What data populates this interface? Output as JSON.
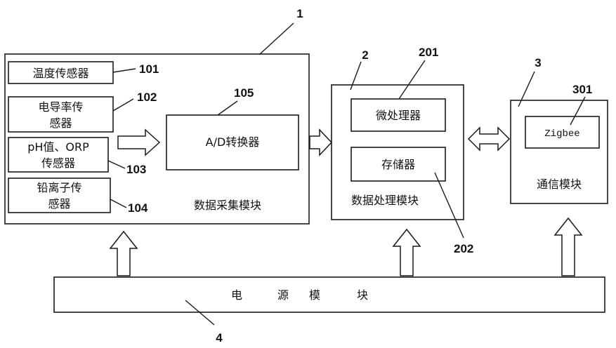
{
  "acquisition": {
    "ref": "1",
    "label": "数据采集模块",
    "sensors": [
      {
        "ref": "101",
        "lines": [
          "温度传感器"
        ]
      },
      {
        "ref": "102",
        "lines": [
          "电导率传",
          "感器"
        ]
      },
      {
        "ref": "103",
        "lines": [
          "pH值、ORP",
          "传感器"
        ]
      },
      {
        "ref": "104",
        "lines": [
          "铅离子传",
          "感器"
        ]
      }
    ],
    "converter": {
      "ref": "105",
      "label": "A/D转换器"
    }
  },
  "processing": {
    "ref": "2",
    "label": "数据处理模块",
    "cpu": {
      "ref": "201",
      "label": "微处理器"
    },
    "memory": {
      "ref": "202",
      "label": "存储器"
    }
  },
  "communication": {
    "ref": "3",
    "label": "通信模块",
    "zigbee": {
      "ref": "301",
      "label": "Zigbee"
    }
  },
  "power": {
    "ref": "4",
    "chars": [
      "电",
      "源",
      "模",
      "块"
    ]
  }
}
